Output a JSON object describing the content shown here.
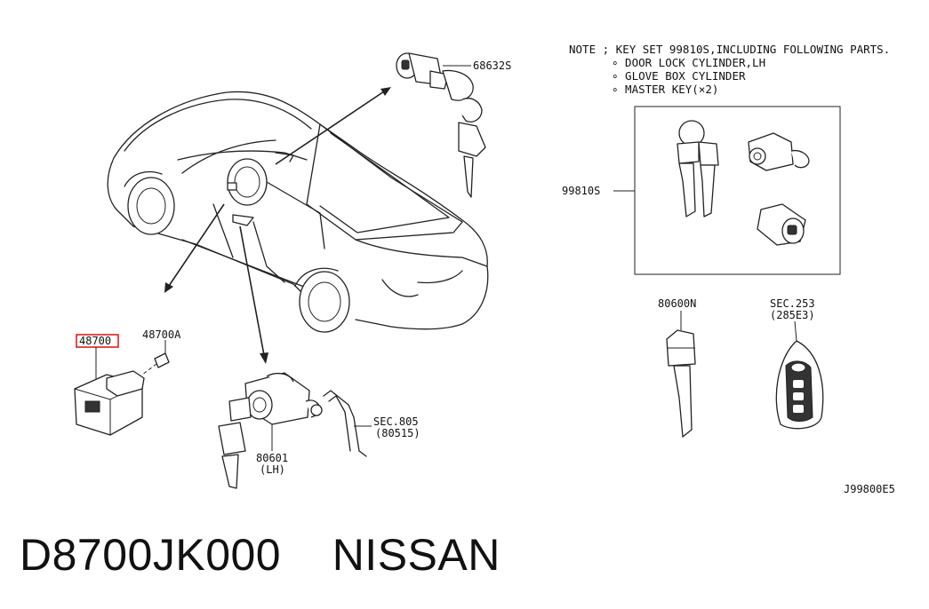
{
  "note": {
    "title": "NOTE ; KEY SET 99810S,INCLUDING FOLLOWING PARTS.",
    "items": [
      "∘ DOOR LOCK CYLINDER,LH",
      "∘ GLOVE BOX CYLINDER",
      "∘ MASTER KEY(×2)"
    ]
  },
  "labels": {
    "glove_box_cylinder": "68632S",
    "key_set": "99810S",
    "module_highlighted": "48700",
    "screw": "48700A",
    "door_cylinder_line1": "80601",
    "door_cylinder_line2": "(LH)",
    "sec805_line1": "SEC.805",
    "sec805_line2": "(80515)",
    "blank_key": "80600N",
    "fob_line1": "SEC.253",
    "fob_line2": "(285E3)",
    "diagram_code": "J99800E5"
  },
  "highlight_color": "#e02020",
  "caption": {
    "part_number": "D8700JK000",
    "brand": "NISSAN"
  }
}
